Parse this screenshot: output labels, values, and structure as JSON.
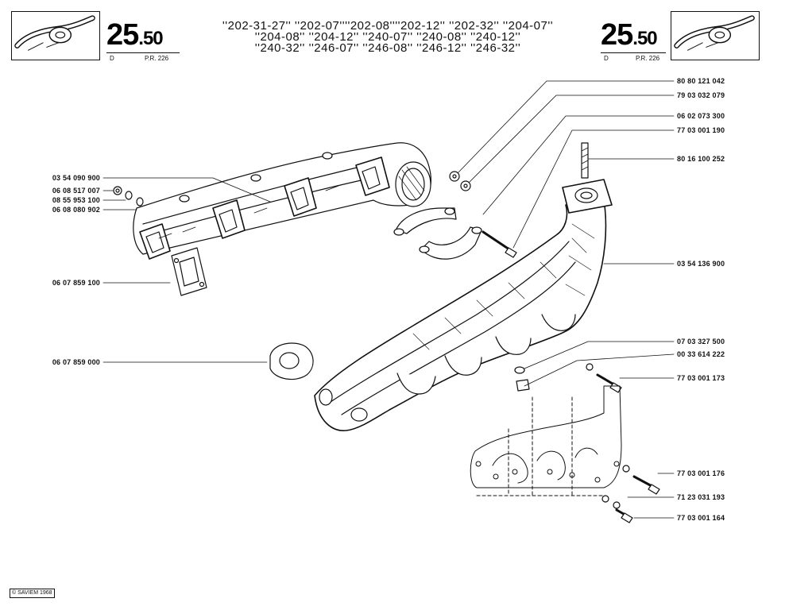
{
  "header": {
    "page_number_main": "25",
    "page_number_sub": ".50",
    "left_meta_letter": "D",
    "left_meta_ref": "P.R. 226",
    "right_meta_letter": "D",
    "right_meta_ref": "P.R. 226",
    "models": [
      "''202-31-27'' ''202-07''''202-08''''202-12'' ''202-32'' ''204-07''",
      "''204-08'' ''204-12'' ''240-07'' ''240-08'' ''240-12''",
      "''240-32'' ''246-07'' ''246-08'' ''246-12'' ''246-32''"
    ]
  },
  "left_refs": [
    "03 54 090 900",
    "06 08 517 007",
    "08 55 953 100",
    "06 08 080 902",
    "06 07 859 100",
    "06 07 859 000"
  ],
  "right_refs": [
    "80 80 121 042",
    "79 03 032 079",
    "06 02 073 300",
    "77 03 001 190",
    "80 16 100 252",
    "03 54 136 900",
    "07 03 327 500",
    "00 33 614 222",
    "77 03 001 173",
    "77 03 001 176",
    "71 23 031 193",
    "77 03 001 164"
  ],
  "footer": {
    "copyright": "© SAVIEM 1968"
  }
}
